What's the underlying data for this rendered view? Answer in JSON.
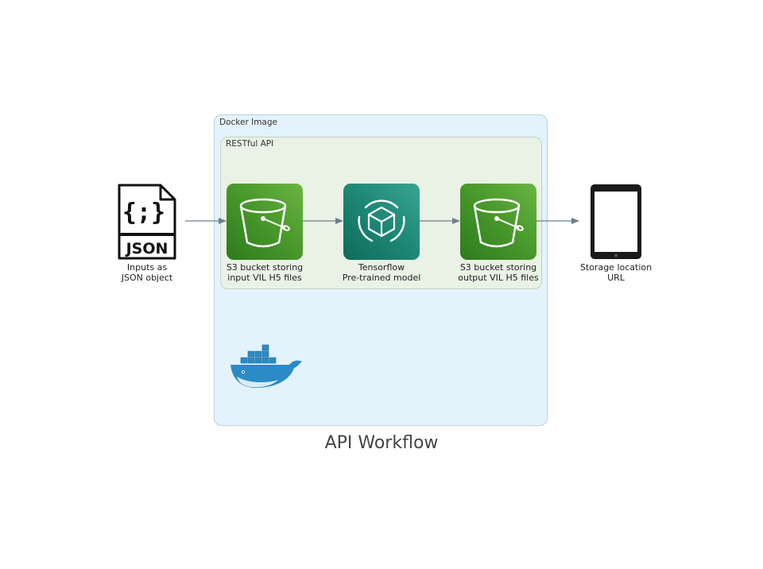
{
  "diagram": {
    "title": "API Workflow",
    "clusters": {
      "docker": {
        "label": "Docker Image"
      },
      "restful": {
        "label": "RESTful API"
      }
    },
    "nodes": {
      "json_input": {
        "label": "Inputs as\nJSON object",
        "icon": "json-file-icon",
        "icon_text": "JSON"
      },
      "s3_input": {
        "label": "S3 bucket storing\ninput VIL H5 files",
        "icon": "s3-bucket-icon"
      },
      "tensorflow": {
        "label": "Tensorflow\nPre-trained model",
        "icon": "sagemaker-model-icon"
      },
      "s3_output": {
        "label": "S3 bucket storing\noutput VIL H5 files",
        "icon": "s3-bucket-icon"
      },
      "storage_url": {
        "label": "Storage location\nURL",
        "icon": "tablet-icon"
      }
    },
    "edges": [
      {
        "from": "json_input",
        "to": "s3_input"
      },
      {
        "from": "s3_input",
        "to": "tensorflow"
      },
      {
        "from": "tensorflow",
        "to": "s3_output"
      },
      {
        "from": "s3_output",
        "to": "storage_url"
      }
    ],
    "colors": {
      "docker_fill": "#e4f3fb",
      "restful_fill": "#eaf1e5",
      "s3_green": "#3f8624",
      "tf_teal": "#1a7f6c",
      "edge": "#6b7f8f",
      "docker_blue": "#2b8bc6"
    }
  }
}
